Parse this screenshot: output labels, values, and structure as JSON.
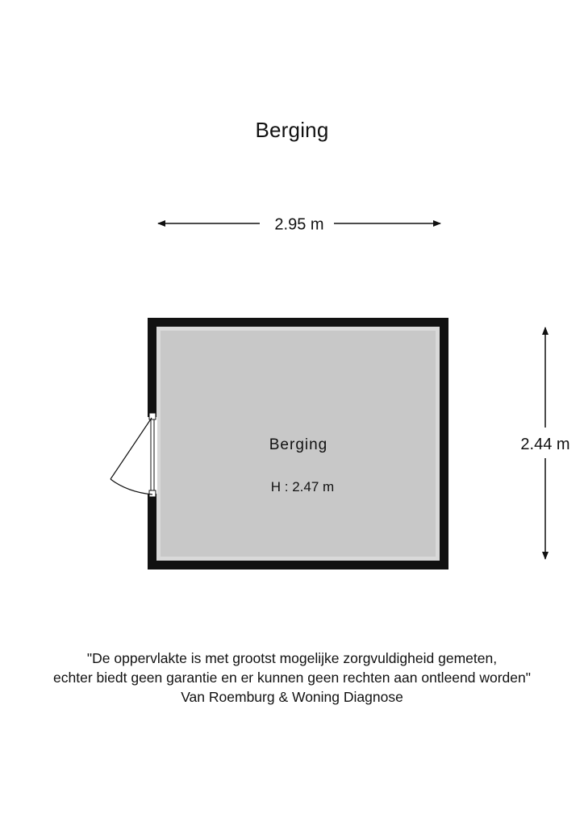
{
  "plan": {
    "title": "Berging",
    "width_label": "2.95 m",
    "height_label": "2.44 m",
    "room": {
      "name": "Berging",
      "ceiling_height": "H : 2.47 m"
    }
  },
  "disclaimer": {
    "line1": "\"De oppervlakte is met grootst mogelijke zorgvuldigheid gemeten,",
    "line2": "echter biedt geen garantie en er kunnen geen rechten aan ontleend worden\"",
    "line3": "Van Roemburg & Woning Diagnose"
  },
  "colors": {
    "wall": "#111111",
    "floor": "#c8c8c8",
    "floor_edge": "#d9d9d9",
    "dimension_line": "#111111"
  }
}
